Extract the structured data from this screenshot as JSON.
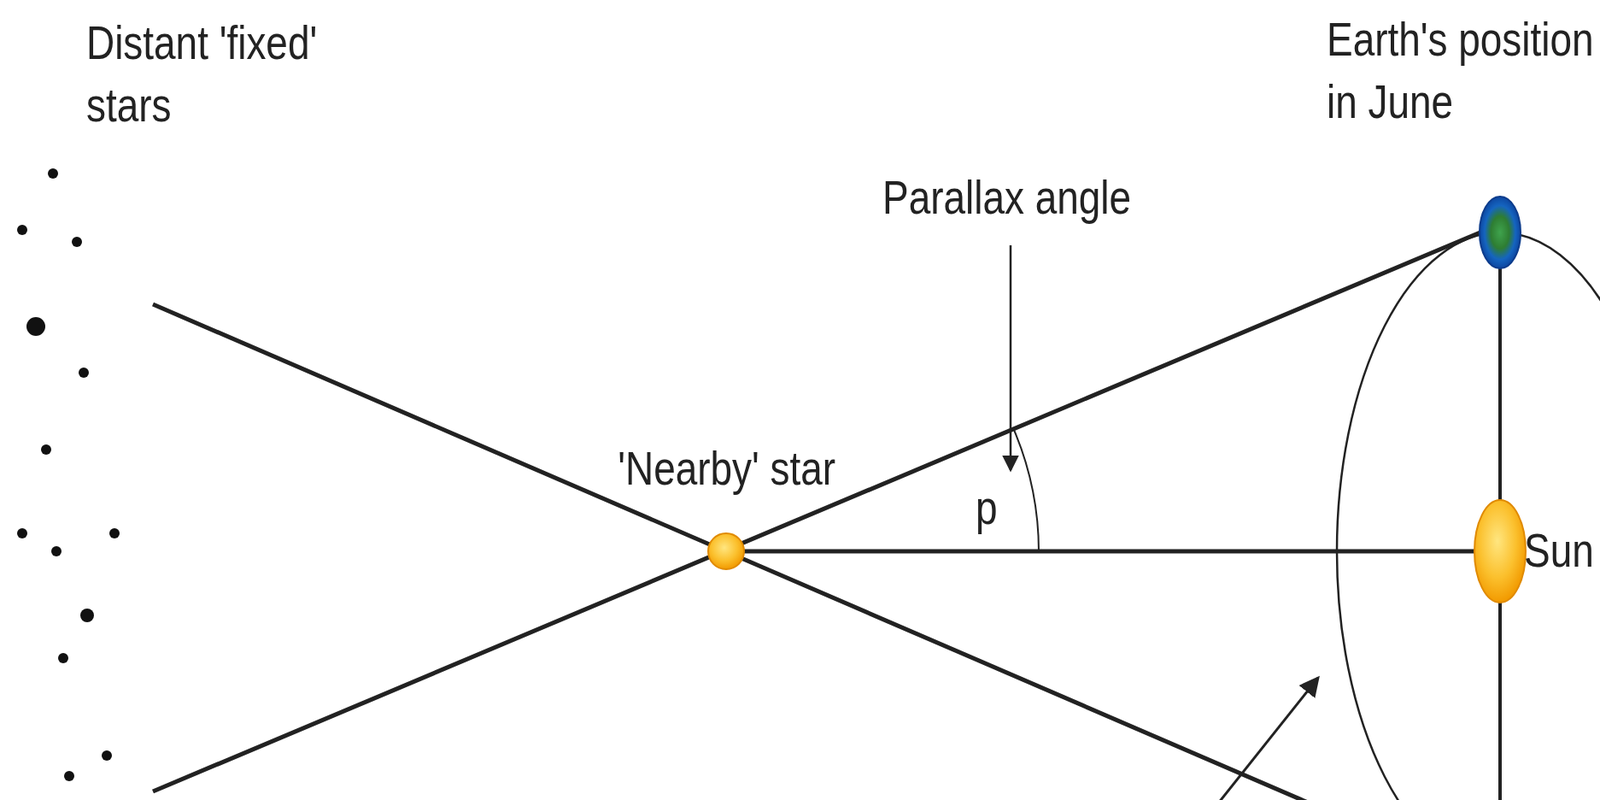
{
  "diagram": {
    "labels": [
      "Distant 'fixed' stars",
      "Earth's position in June",
      "Parallax angle",
      "'Nearby' star",
      "p",
      "Sun"
    ]
  }
}
